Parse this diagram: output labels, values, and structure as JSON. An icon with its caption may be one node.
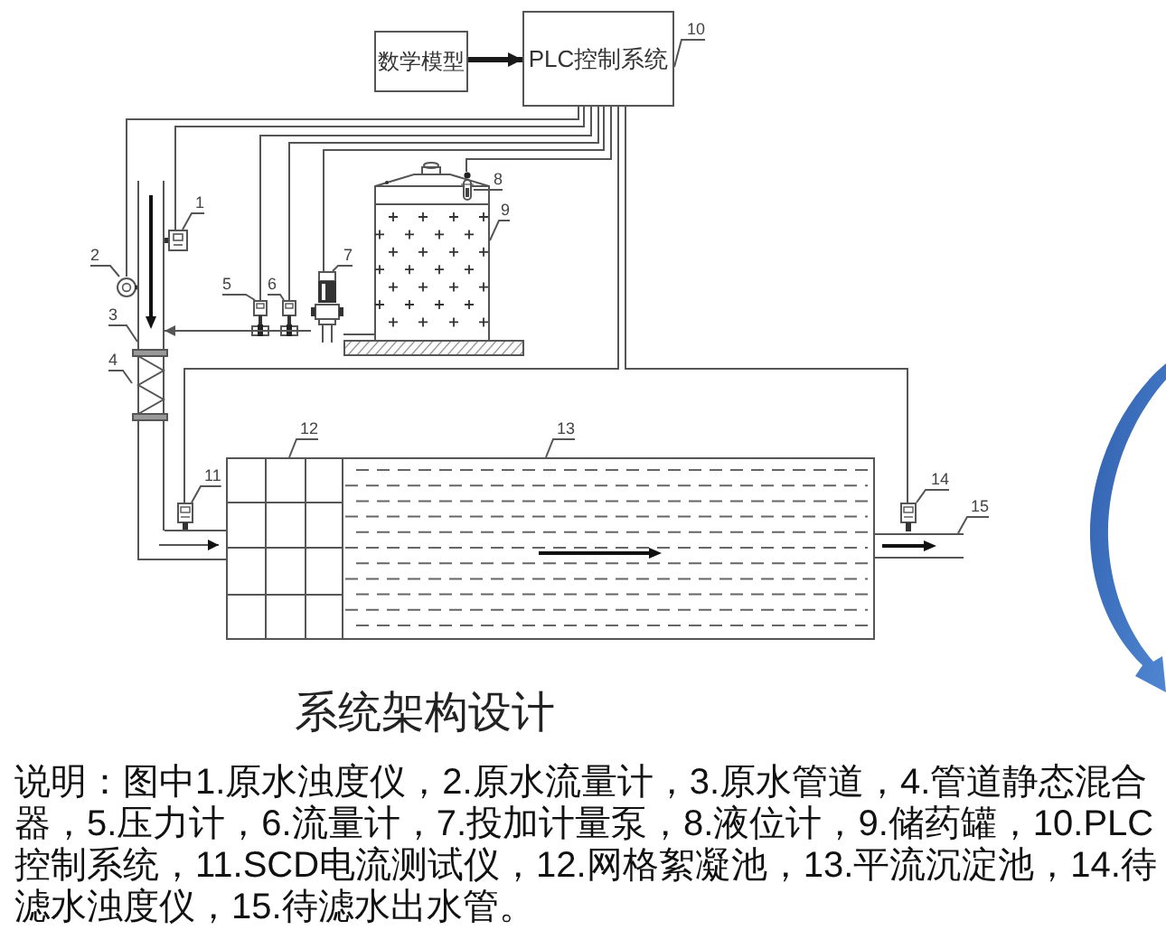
{
  "diagram": {
    "title": "系统架构设计",
    "caption": "说明：图中1.原水浊度仪，2.原水流量计，3.原水管道，4.管道静态混合器，5.压力计，6.流量计，7.投加计量泵，8.液位计，9.储药罐，10.PLC控制系统，11.SCD电流测试仪，12.网格絮凝池，13.平流沉淀池，14.待滤水浊度仪，15.待滤水出水管。",
    "nodes": [
      {
        "text": [
          "数学模型"
        ]
      },
      {
        "text": [
          "PLC控制系统"
        ]
      },
      {
        "text": [
          "10"
        ]
      },
      {
        "text": [
          "1"
        ]
      },
      {
        "text": [],
        "shape": "picture"
      },
      {
        "text": [
          "2"
        ]
      },
      {
        "text": [],
        "shape": "picture"
      },
      {
        "text": [
          "3"
        ]
      },
      {
        "text": [],
        "shape": "picture"
      },
      {
        "text": [
          "4"
        ]
      },
      {
        "text": [],
        "shape": "picture"
      },
      {
        "text": [
          "5"
        ]
      },
      {
        "text": [],
        "shape": "picture"
      },
      {
        "text": [
          "6"
        ]
      },
      {
        "text": [],
        "shape": "picture"
      },
      {
        "text": [
          "7"
        ]
      },
      {
        "text": [],
        "shape": "picture"
      },
      {
        "text": [
          "9"
        ]
      },
      {
        "text": [],
        "shape": "picture"
      },
      {
        "text": [
          "8"
        ]
      },
      {
        "text": [],
        "shape": "picture"
      },
      {
        "text": [
          "12"
        ]
      },
      {
        "text": [],
        "shape": "box"
      },
      {
        "text": [
          "13"
        ]
      },
      {
        "text": [],
        "shape": "picture"
      },
      {
        "text": [
          "11"
        ]
      },
      {
        "text": [],
        "shape": "picture"
      },
      {
        "text": [
          "14"
        ]
      },
      {
        "text": [],
        "shape": "picture"
      },
      {
        "text": [
          "15"
        ]
      },
      {
        "text": [],
        "shape": "picture"
      }
    ],
    "edges": [
      {
        "from": 0,
        "to": 1,
        "arrow": "to",
        "style": "thick",
        "color": "#1a1a1a"
      },
      {
        "from": 2,
        "to": 1,
        "arrow": "none"
      },
      {
        "from": 3,
        "to": 4,
        "arrow": "none"
      },
      {
        "from": 5,
        "to": 6,
        "arrow": "none"
      },
      {
        "from": 7,
        "to": 8,
        "arrow": "none"
      },
      {
        "from": 9,
        "to": 10,
        "arrow": "none"
      },
      {
        "from": 11,
        "to": 12,
        "arrow": "none"
      },
      {
        "from": 13,
        "to": 14,
        "arrow": "none"
      },
      {
        "from": 15,
        "to": 16,
        "arrow": "none"
      },
      {
        "from": 17,
        "to": 18,
        "arrow": "none"
      },
      {
        "from": 19,
        "to": 20,
        "arrow": "none"
      },
      {
        "from": 21,
        "to": 22,
        "arrow": "none"
      },
      {
        "from": 23,
        "to": 24,
        "arrow": "none"
      },
      {
        "from": 25,
        "to": 26,
        "arrow": "none"
      },
      {
        "from": 27,
        "to": 28,
        "arrow": "none"
      },
      {
        "from": 29,
        "to": 30,
        "arrow": "none"
      },
      {
        "from": 1,
        "to": 6,
        "arrow": "none"
      },
      {
        "from": 1,
        "to": 4,
        "arrow": "none"
      },
      {
        "from": 1,
        "to": 12,
        "arrow": "none"
      },
      {
        "from": 1,
        "to": 14,
        "arrow": "none"
      },
      {
        "from": 1,
        "to": 16,
        "arrow": "none"
      },
      {
        "from": 1,
        "to": 20,
        "arrow": "none"
      },
      {
        "from": 1,
        "to": 26,
        "arrow": "none"
      },
      {
        "from": 1,
        "to": 28,
        "arrow": "none"
      },
      {
        "from": 18,
        "to": 16,
        "arrow": "none"
      },
      {
        "from": 16,
        "to": 8,
        "arrow": "to"
      },
      {
        "from": 8,
        "to": 22,
        "arrow": "to"
      }
    ]
  }
}
